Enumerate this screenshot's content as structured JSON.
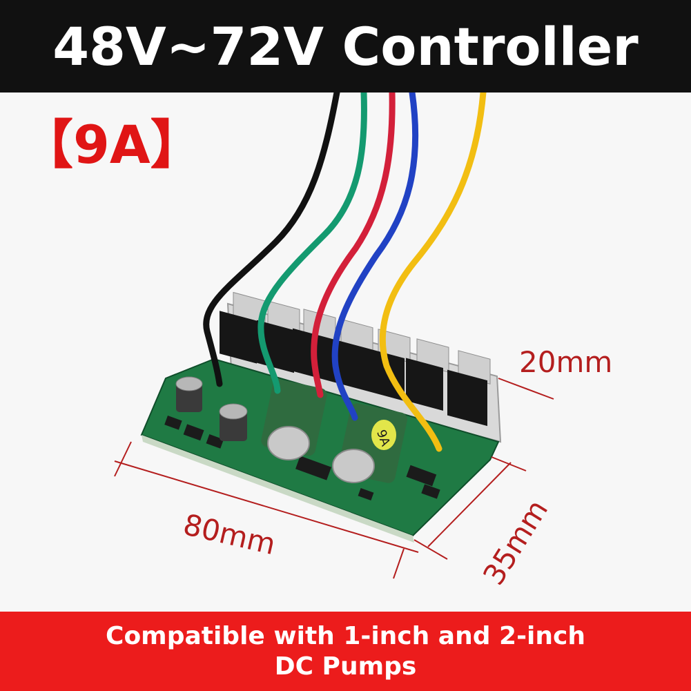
{
  "header": {
    "title": "48V~72V Controller"
  },
  "badge": {
    "current_label": "【9A】"
  },
  "dimensions": {
    "height": "20mm",
    "length": "80mm",
    "width": "35mm"
  },
  "board": {
    "capacitor_marking": "9A"
  },
  "footer": {
    "line1": "Compatible with 1-inch and 2-inch",
    "line2": "DC Pumps"
  },
  "colors": {
    "header_background": "#111111",
    "badge_text": "#e01515",
    "dimension_lines": "#b41e1e",
    "footer_background": "#ec1c1c",
    "pcb": "#1f7a44",
    "wire_black": "#111111",
    "wire_green": "#149a70",
    "wire_red": "#d3203a",
    "wire_blue": "#2142c4",
    "wire_yellow": "#f2be12"
  }
}
